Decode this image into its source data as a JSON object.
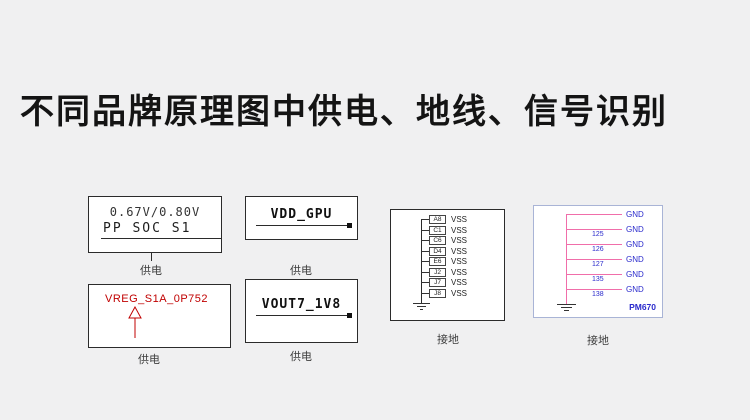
{
  "heading": "不同品牌原理图中供电、地线、信号识别",
  "panels": {
    "apple_soc": {
      "voltage": "0.67V/0.80V",
      "net": "PP SOC S1",
      "caption": "供电"
    },
    "vdd_gpu": {
      "net": "VDD_GPU",
      "caption": "供电"
    },
    "vreg": {
      "net": "VREG_S1A_0P752",
      "caption": "供电"
    },
    "vout": {
      "net": "VOUT7_1V8",
      "caption": "供电"
    },
    "vss_pins": {
      "caption": "接地",
      "rows": [
        {
          "pin": "A8",
          "net": "VSS"
        },
        {
          "pin": "C1",
          "net": "VSS"
        },
        {
          "pin": "C6",
          "net": "VSS"
        },
        {
          "pin": "D4",
          "net": "VSS"
        },
        {
          "pin": "E6",
          "net": "VSS"
        },
        {
          "pin": "J2",
          "net": "VSS"
        },
        {
          "pin": "J7",
          "net": "VSS"
        },
        {
          "pin": "J8",
          "net": "VSS"
        }
      ]
    },
    "pm670": {
      "caption": "接地",
      "chip": "PM670",
      "rows": [
        {
          "num": "",
          "net": "GND"
        },
        {
          "num": "125",
          "net": "GND"
        },
        {
          "num": "126",
          "net": "GND"
        },
        {
          "num": "127",
          "net": "GND"
        },
        {
          "num": "135",
          "net": "GND"
        },
        {
          "num": "138",
          "net": "GND"
        }
      ]
    }
  },
  "colors": {
    "background": "#f0f0f1",
    "net_red": "#c00000",
    "wire_pink": "#f06eaa",
    "schematic_blue": "#2a2acc"
  }
}
